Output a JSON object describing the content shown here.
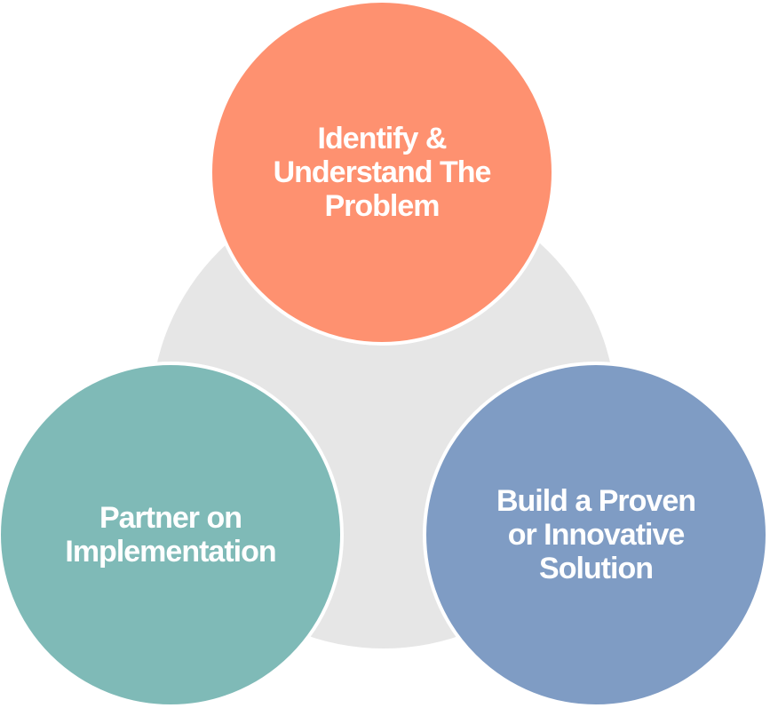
{
  "colors": {
    "background_circle": "#e6e6e6",
    "top": "#fe9170",
    "left": "#7fbab7",
    "right": "#7f9cc4",
    "text": "#ffffff"
  },
  "nodes": {
    "top": {
      "label": "Identify &\nUnderstand The\nProblem"
    },
    "left": {
      "label": "Partner on\nImplementation"
    },
    "right": {
      "label": "Build a Proven\nor Innovative\nSolution"
    }
  }
}
